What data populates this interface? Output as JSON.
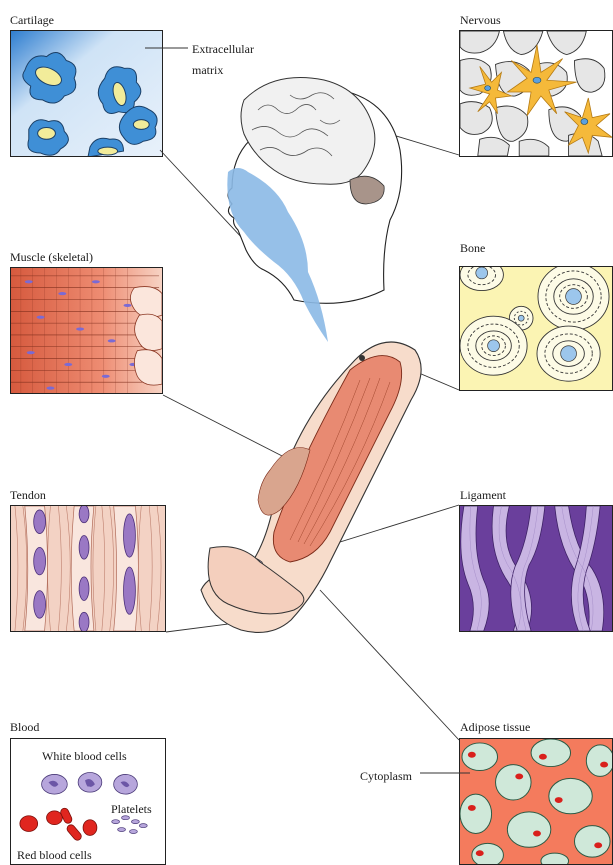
{
  "tissues": {
    "cartilage": {
      "title": "Cartilage",
      "annotation_line1": "Extracellular",
      "annotation_line2": "matrix"
    },
    "nervous": {
      "title": "Nervous"
    },
    "muscle": {
      "title": "Muscle  (skeletal)"
    },
    "bone": {
      "title": "Bone"
    },
    "tendon": {
      "title": "Tendon"
    },
    "ligament": {
      "title": "Ligament"
    },
    "blood": {
      "title": "Blood",
      "white_cells": "White blood cells",
      "platelets": "Platelets",
      "red_cells": "Red blood cells"
    },
    "adipose": {
      "title": "Adipose tissue",
      "annotation": "Cytoplasm"
    }
  },
  "colors": {
    "cartilage_bg": "#cfe3f6",
    "cartilage_cell": "#3f8fd6",
    "nucleus_yellow": "#f2ec9a",
    "nervous_cell": "#f5b93a",
    "nervous_nucleus": "#5aa0e0",
    "muscle_red": "#e2694e",
    "muscle_light": "#f6c9b5",
    "bone_bg": "#fbf4b3",
    "bone_canal": "#9cc6ec",
    "tendon_bg": "#f2cdbd",
    "tendon_cell": "#9a78c4",
    "ligament_dark": "#6a3f9c",
    "ligament_light": "#c9b5e3",
    "blood_red": "#e0261f",
    "blood_white": "#b7a6dc",
    "adipose_bg": "#f47b5d",
    "adipose_cell": "#cfe8d9",
    "adipose_nucleus": "#d9201c",
    "head_blue": "#8bb9e6",
    "brain_fill": "#f1f1f1"
  }
}
